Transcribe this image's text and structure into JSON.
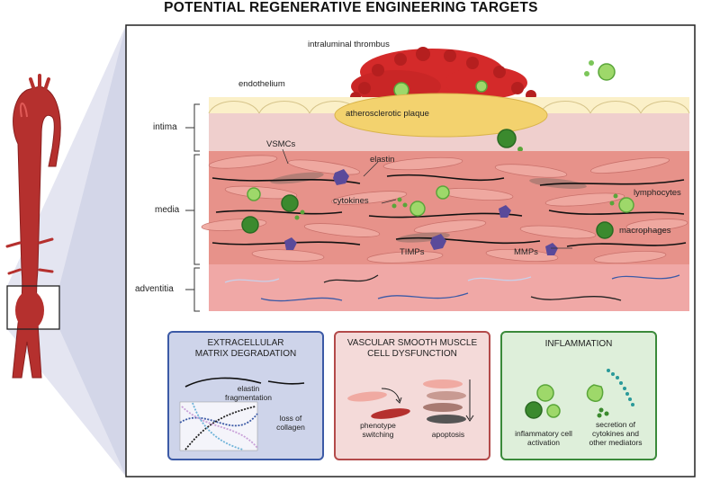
{
  "title": "POTENTIAL REGENERATIVE ENGINEERING TARGETS",
  "labels": {
    "intraluminal_thrombus": "intraluminal thrombus",
    "endothelium": "endothelium",
    "atherosclerotic_plaque": "atherosclerotic plaque",
    "vsmcs": "VSMCs",
    "elastin": "elastin",
    "cytokines": "cytokines",
    "lymphocytes": "lymphocytes",
    "macrophages": "macrophages",
    "timps": "TIMPs",
    "mmps": "MMPs"
  },
  "layers": {
    "intima": "intima",
    "media": "media",
    "adventitia": "adventitia"
  },
  "panels": {
    "ecm": {
      "title_line1": "EXTRACELLULAR",
      "title_line2": "MATRIX DEGRADATION",
      "elastin_line1": "elastin",
      "elastin_line2": "fragmentation",
      "collagen_line1": "loss of",
      "collagen_line2": "collagen",
      "color": "#3c5aa6",
      "fill": "#c5cde6"
    },
    "vsmc": {
      "title_line1": "VASCULAR SMOOTH MUSCLE",
      "title_line2": "CELL DYSFUNCTION",
      "phenotype_line1": "phenotype",
      "phenotype_line2": "switching",
      "apoptosis": "apoptosis",
      "color": "#b34a4a",
      "fill": "#f2d3d2"
    },
    "inflammation": {
      "title": "INFLAMMATION",
      "activation_line1": "inflammatory cell",
      "activation_line2": "activation",
      "secretion_line1": "secretion of",
      "secretion_line2": "cytokines and",
      "secretion_line3": "other mediators",
      "color": "#3b8a3b",
      "fill": "#d8ecd4"
    }
  },
  "colors": {
    "aorta": "#b5302e",
    "media_cells": "#e7928a",
    "intima": "#efcfcd",
    "adventitia": "#f0a8a6",
    "thrombus": "#d42a2a",
    "plaque": "#f3d26e",
    "lymphocyte": "#9ed86a",
    "macrophage": "#3b8a2e",
    "mmp": "#5a4a9a"
  }
}
